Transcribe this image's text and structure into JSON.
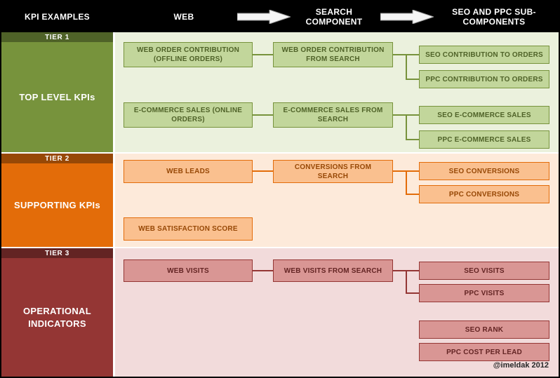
{
  "header": {
    "kpi_examples": "KPI EXAMPLES",
    "web": "WEB",
    "search": "SEARCH COMPONENT",
    "subcomponents": "SEO AND PPC SUB-COMPONENTS"
  },
  "tier1": {
    "label": "TIER 1",
    "name": "TOP LEVEL KPIs",
    "row1": {
      "web": "WEB ORDER CONTRIBUTION (OFFLINE ORDERS)",
      "search": "WEB ORDER CONTRIBUTION FROM SEARCH",
      "seo": "SEO CONTRIBUTION TO ORDERS",
      "ppc": "PPC CONTRIBUTION TO ORDERS"
    },
    "row2": {
      "web": "E-COMMERCE SALES (ONLINE ORDERS)",
      "search": "E-COMMERCE SALES FROM SEARCH",
      "seo": "SEO E-COMMERCE SALES",
      "ppc": "PPC E-COMMERCE SALES"
    }
  },
  "tier2": {
    "label": "TIER 2",
    "name": "SUPPORTING KPIs",
    "row1": {
      "web": "WEB LEADS",
      "search": "CONVERSIONS FROM SEARCH",
      "seo": "SEO CONVERSIONS",
      "ppc": "PPC CONVERSIONS"
    },
    "row2": {
      "web": "WEB SATISFACTION SCORE"
    }
  },
  "tier3": {
    "label": "TIER 3",
    "name": "OPERATIONAL INDICATORS",
    "row1": {
      "web": "WEB VISITS",
      "search": "WEB VISITS FROM SEARCH",
      "seo": "SEO VISITS",
      "ppc": "PPC VISITS"
    },
    "row2": {
      "seo": "SEO RANK",
      "ppc": "PPC COST PER LEAD"
    }
  },
  "credit": "@imeldak 2012",
  "colors": {
    "tier1_dark": "#4f6228",
    "tier1_mid": "#77933c",
    "tier1_fill": "#c2d69b",
    "tier1_bg": "#ebf1dd",
    "tier2_dark": "#974806",
    "tier2_mid": "#e36c09",
    "tier2_fill": "#fac08f",
    "tier2_bg": "#fdeada",
    "tier3_dark": "#632423",
    "tier3_mid": "#943634",
    "tier3_fill": "#d99694",
    "tier3_bg": "#f2dbdb"
  }
}
